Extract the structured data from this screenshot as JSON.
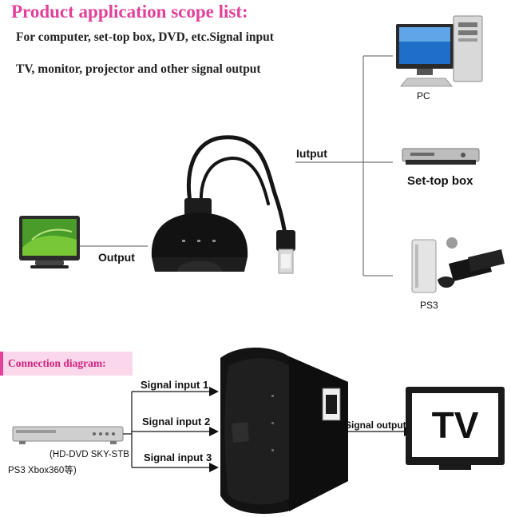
{
  "header": {
    "title": "Product application scope list:",
    "line1": "For computer, set-top box, DVD, etc.Signal input",
    "line2": "TV, monitor, projector and other signal output"
  },
  "top_diagram": {
    "output_label": "Output",
    "input_label": "Iutput",
    "devices": {
      "pc": "PC",
      "settop": "Set-top box",
      "ps3": "PS3"
    }
  },
  "connection": {
    "banner": "Connection diagram:",
    "inputs": [
      "Signal input 1",
      "Signal input 2",
      "Signal input 3"
    ],
    "source_line1": "(HD-DVD  SKY-STB",
    "source_line2": "PS3  Xbox360等)",
    "output_label": "Signal output",
    "tv_text": "TV"
  },
  "colors": {
    "title": "#e2409a",
    "banner_bg": "#fbd7ec",
    "banner_text": "#d0247e",
    "device_dark": "#1a1a1a"
  }
}
